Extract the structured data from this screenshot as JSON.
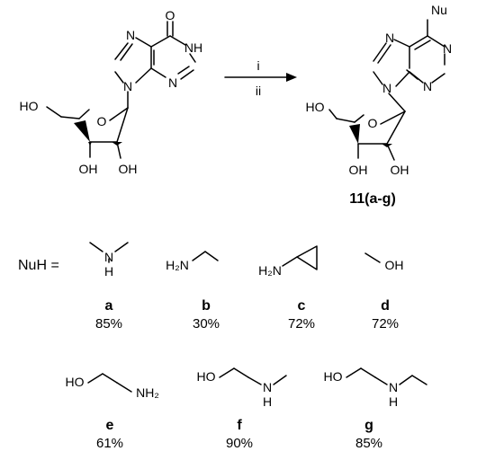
{
  "reaction": {
    "reagents": [
      "i",
      "ii"
    ],
    "product_label": "11(a-g)"
  },
  "atoms": {
    "O": "O",
    "N": "N",
    "NH": "NH",
    "H": "H",
    "HO": "HO",
    "OH": "OH",
    "Nu": "Nu",
    "H2N": "H₂N",
    "NH2": "NH₂"
  },
  "nucleophiles": {
    "prefix": "NuH =",
    "items": [
      {
        "label": "a",
        "yield": "85%"
      },
      {
        "label": "b",
        "yield": "30%"
      },
      {
        "label": "c",
        "yield": "72%"
      },
      {
        "label": "d",
        "yield": "72%"
      },
      {
        "label": "e",
        "yield": "61%"
      },
      {
        "label": "f",
        "yield": "90%"
      },
      {
        "label": "g",
        "yield": "85%"
      }
    ]
  }
}
